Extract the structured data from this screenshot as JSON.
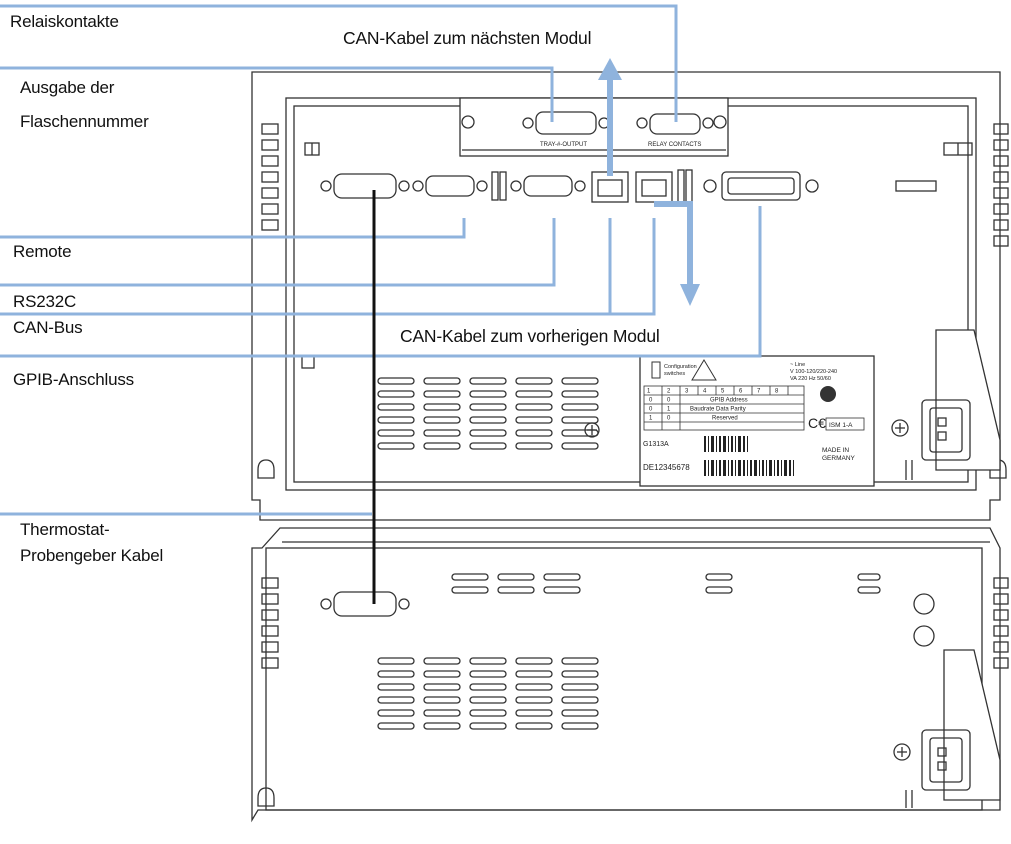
{
  "diagram": {
    "callouts": {
      "relay_contacts": "Relaiskontakte",
      "can_next": "CAN-Kabel zum nächsten Modul",
      "bottle_output_1": "Ausgabe der",
      "bottle_output_2": "Flaschennummer",
      "remote": "Remote",
      "rs232c": "RS232C",
      "can_bus": "CAN-Bus",
      "can_previous": "CAN-Kabel zum vorherigen Modul",
      "gpib": "GPIB-Anschluss",
      "thermostat_cable_1": "Thermostat-",
      "thermostat_cable_2": "Probengeber Kabel"
    },
    "panel_labels": {
      "tray_output": "TRAY-#-OUTPUT",
      "relay_contacts": "RELAY CONTACTS"
    },
    "rating_plate": {
      "warning_lines": [
        "Configuration",
        "switches"
      ],
      "power_lines": [
        "~ Line",
        "V 100-120/220-240",
        "VA 220   Hz 50/60"
      ],
      "table_header": [
        "1",
        "2",
        "3",
        "4",
        "5",
        "6",
        "7",
        "8"
      ],
      "rows": [
        [
          "0",
          "0",
          "GPIB Address"
        ],
        [
          "0",
          "1",
          "Baudrate  Data  Parity"
        ],
        [
          "1",
          "0",
          "Reserved"
        ]
      ],
      "model": "G1313A",
      "serial": "DE12345678",
      "made_in_1": "MADE IN",
      "made_in_2": "GERMANY",
      "iso": "ISM 1-A"
    },
    "colors": {
      "callout_line": "#8fb3dd",
      "drawing": "#333333",
      "cable": "#111111"
    }
  }
}
